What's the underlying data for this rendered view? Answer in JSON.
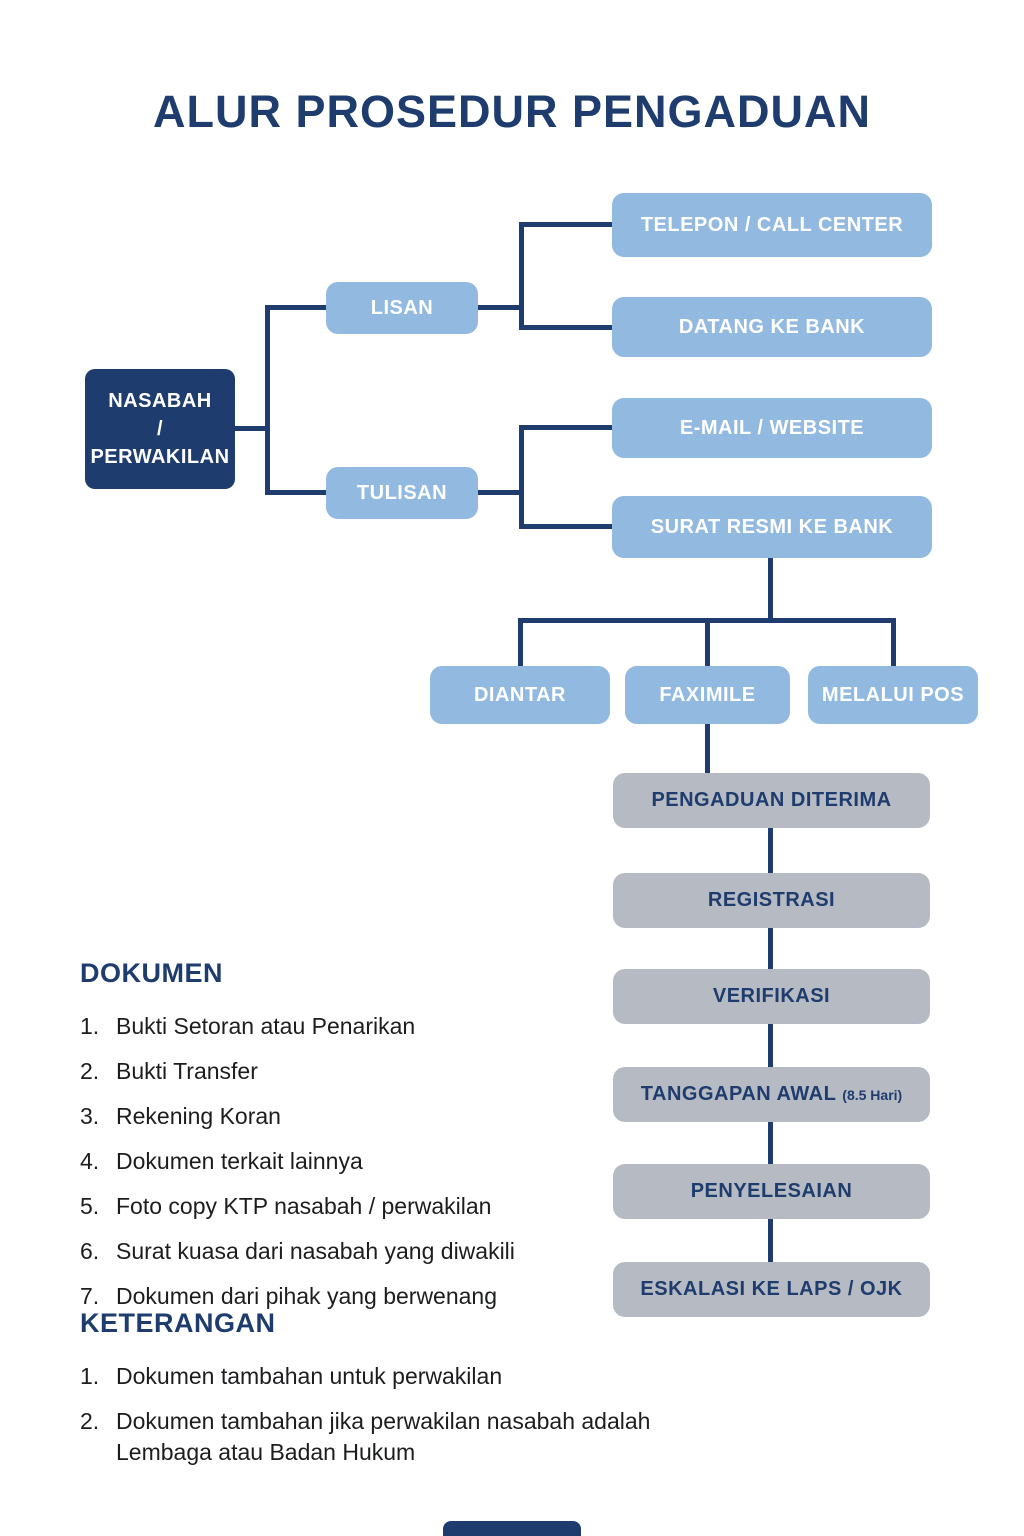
{
  "title": "ALUR PROSEDUR PENGADUAN",
  "flow": {
    "nasabah": "NASABAH\n/\nPERWAKILAN",
    "lisan": "LISAN",
    "tulisan": "TULISAN",
    "telepon": "TELEPON / CALL CENTER",
    "datang": "DATANG KE BANK",
    "email": "E-MAIL / WEBSITE",
    "surat": "SURAT RESMI KE BANK",
    "diantar": "DIANTAR",
    "faximile": "FAXIMILE",
    "pos": "MELALUI POS",
    "pengaduan": "PENGADUAN DITERIMA",
    "registrasi": "REGISTRASI",
    "verifikasi": "VERIFIKASI",
    "tanggapan_main": "TANGGAPAN AWAL",
    "tanggapan_note": "(8.5 Hari)",
    "penyelesaian": "PENYELESAIAN",
    "eskalasi": "ESKALASI KE LAPS / OJK"
  },
  "dokumen": {
    "heading": "DOKUMEN",
    "items": [
      "Bukti Setoran atau Penarikan",
      "Bukti Transfer",
      "Rekening Koran",
      "Dokumen terkait lainnya",
      "Foto copy KTP nasabah / perwakilan",
      "Surat kuasa dari nasabah yang diwakili",
      "Dokumen dari pihak yang berwenang"
    ]
  },
  "keterangan": {
    "heading": "KETERANGAN",
    "items": [
      "Dokumen tambahan untuk perwakilan",
      "Dokumen tambahan jika perwakilan nasabah adalah Lembaga atau Badan Hukum"
    ]
  },
  "colors": {
    "navy": "#1e3c6e",
    "light_blue": "#92b9e0",
    "gray": "#b6bac3"
  }
}
